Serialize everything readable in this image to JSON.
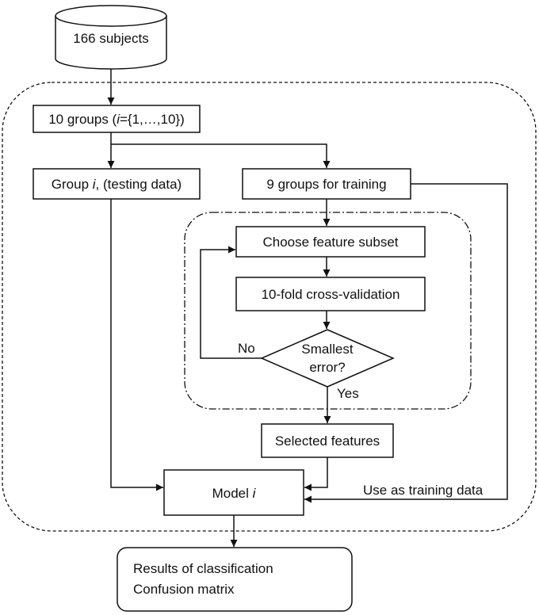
{
  "nodes": {
    "subjects": "166 subjects",
    "groups_prefix": "10 groups (",
    "groups_var": "i",
    "groups_suffix": "={1,…,10})",
    "test_prefix": "Group ",
    "test_var": "i",
    "test_suffix": ", (testing data)",
    "train": "9 groups for training",
    "choose": "Choose feature subset",
    "cv": "10-fold cross-validation",
    "decision_line1": "Smallest",
    "decision_line2": "error?",
    "selected": "Selected features",
    "model_prefix": "Model ",
    "model_var": "i",
    "results_line1": "Results of classification",
    "results_line2": "Confusion matrix"
  },
  "edges": {
    "no": "No",
    "yes": "Yes",
    "training_data": "Use as training data"
  }
}
